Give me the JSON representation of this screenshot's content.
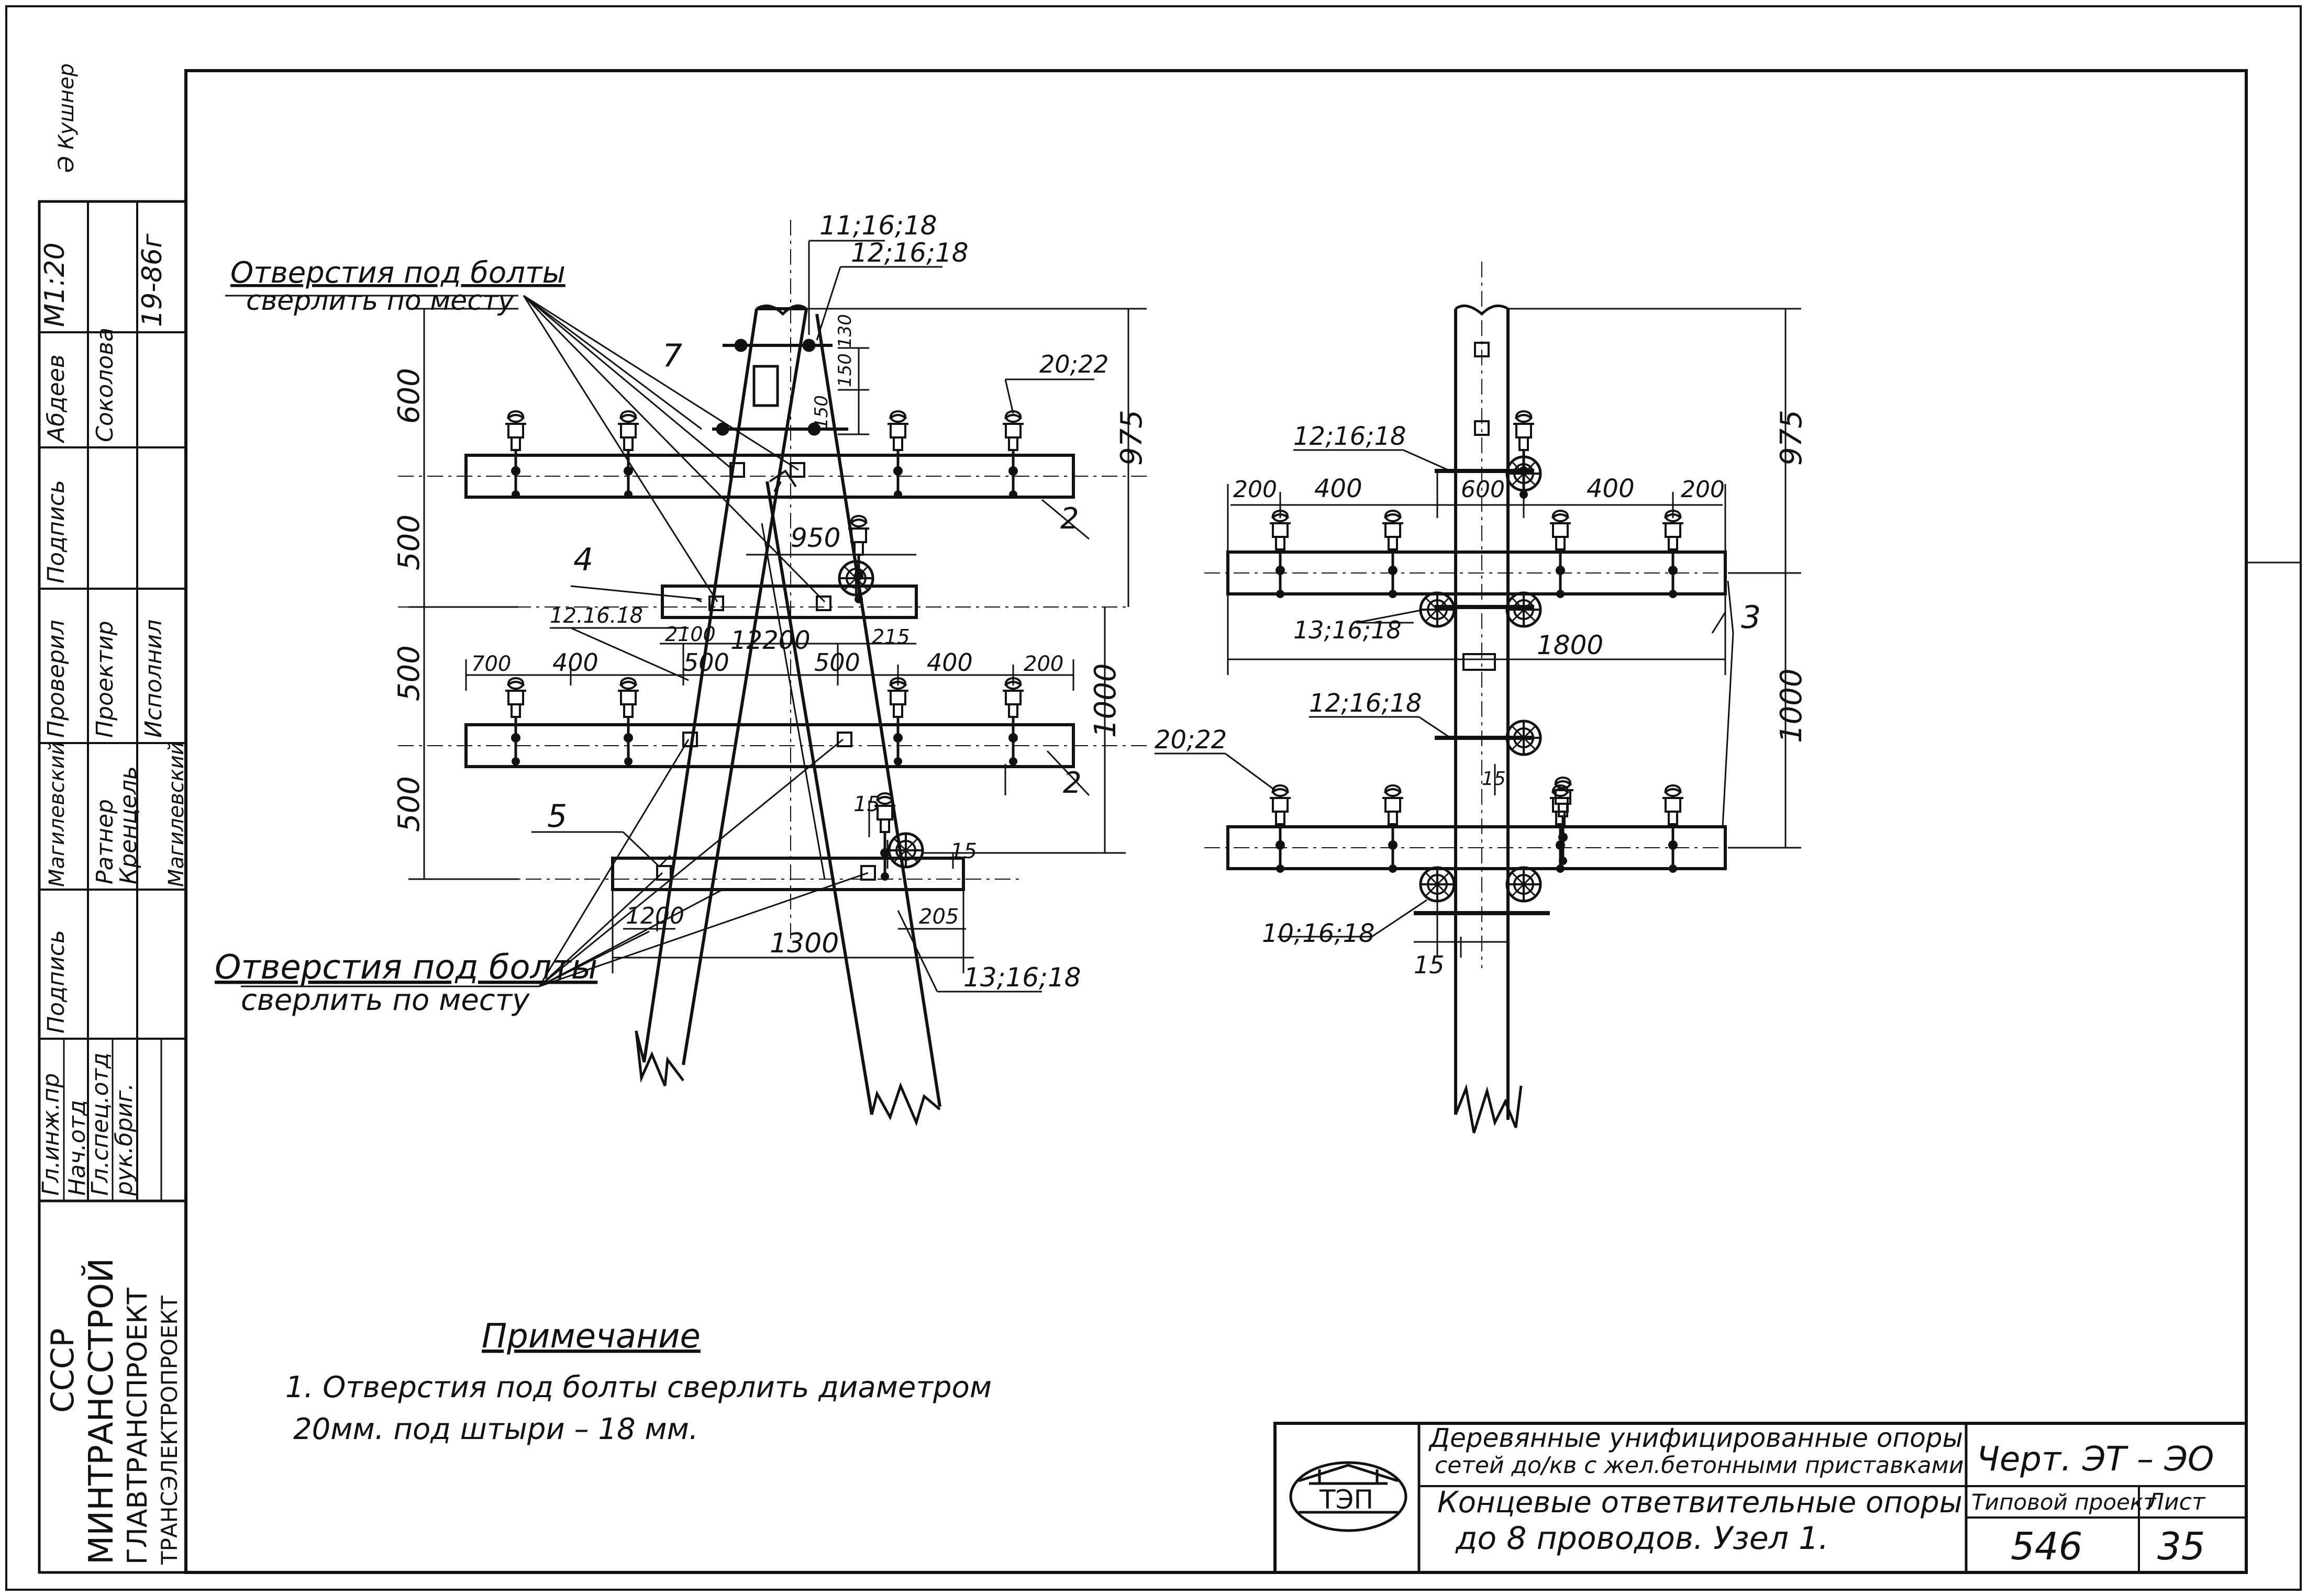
{
  "corner_mark": "Ә Кушнер",
  "stamp": {
    "roles": [
      "Гл.инж.пр",
      "Нач.отд",
      "Гл.спец.отд",
      "рук.бриг."
    ],
    "sign_col": [
      "Подпись",
      "Подпись"
    ],
    "names_a": [
      "Магилевский",
      "Ратнер",
      "Кренцель",
      "Магилевский"
    ],
    "names_b": [
      "Проверил",
      "Проектир",
      "Исполнил"
    ],
    "names_c": [
      "Абдеев",
      "Соколова"
    ],
    "scale": "М1:20",
    "year": "19-86г",
    "org": [
      "СССР",
      "МИНТРАНССТРОЙ",
      "ГЛАВТРАНСПРОЕКТ",
      "ТРАНСЭЛЕКТРОПРОЕКТ"
    ]
  },
  "left_view": {
    "hole_note": [
      "Отверстия под болты",
      "сверлить по месту"
    ],
    "hole_note_bottom": [
      "Отверстия под болты",
      "сверлить по месту"
    ],
    "top_refs": [
      "11;16;18",
      "12;16;18"
    ],
    "ref_20_22": "20;22",
    "ref_12_16_18": "12.16.18",
    "ref_13_16_18": "13;16;18",
    "pos": [
      "7",
      "4",
      "2",
      "2",
      "5"
    ],
    "dims_v": [
      "600",
      "500",
      "500",
      "500"
    ],
    "dims_v_right": [
      "975",
      "1000"
    ],
    "dims_small": [
      "150",
      "150",
      "130"
    ],
    "dims_950": "950",
    "dims_h_row": [
      "700",
      "400",
      "500",
      "500",
      "400",
      "200"
    ],
    "dims_mid": [
      "2100",
      "12200",
      "215"
    ],
    "dims_15": [
      "15",
      "15"
    ],
    "dims_bottom": [
      "1200",
      "205",
      "1300"
    ]
  },
  "right_view": {
    "refs": [
      "12;16;18",
      "13;16;18",
      "12;16;18",
      "20;22",
      "10;16;18"
    ],
    "dims_h": [
      "200",
      "400",
      "600",
      "400",
      "200"
    ],
    "dim_1800": "1800",
    "dims_v": [
      "975",
      "1000"
    ],
    "dims_15": [
      "15",
      "15"
    ],
    "pos": "3"
  },
  "note": {
    "title": "Примечание",
    "line1": "1. Отверстия под болты сверлить диаметром",
    "line2": "20мм. под штыри – 18 мм."
  },
  "title_block": {
    "logo_text": "ТЭП",
    "desc1": "Деревянные унифицированные опоры",
    "desc2": "сетей до/кв с жел.бетонными приставками",
    "desc3": "Концевые ответвительные опоры",
    "desc4": "до 8 проводов. Узел 1.",
    "chert": "Черт. ЭТ – ЭО",
    "typ_label": "Типовой проект",
    "list_label": "Лист",
    "project": "546",
    "sheet": "35"
  }
}
